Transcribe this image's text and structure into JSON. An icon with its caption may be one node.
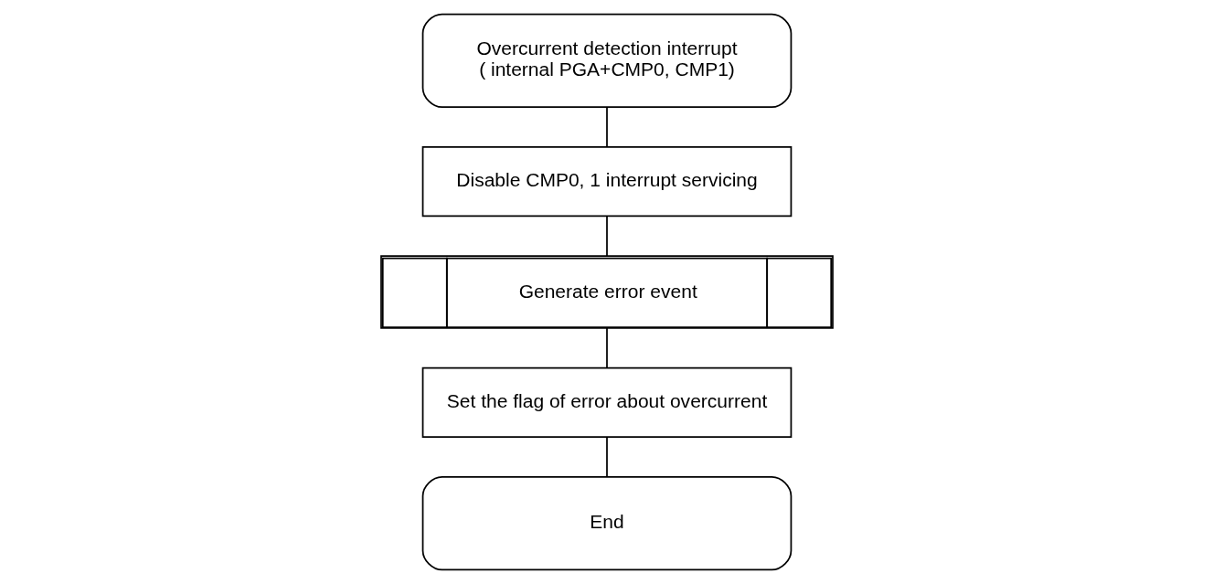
{
  "diagram": {
    "nodes": [
      {
        "text": [
          "Overcurrent detection interrupt ( internal PGA+CMP0, CMP1)"
        ]
      },
      {
        "text": [
          "Disable CMP0, 1 interrupt servicing"
        ]
      },
      {
        "text": [
          "Generate error event"
        ]
      },
      {
        "text": [
          "Set the flag of error about overcurrent"
        ]
      },
      {
        "text": [
          "End"
        ]
      }
    ],
    "edges": [
      {
        "from": 0,
        "to": 1,
        "arrow": "none"
      },
      {
        "from": 1,
        "to": 2,
        "arrow": "none"
      },
      {
        "from": 2,
        "to": 3,
        "arrow": "none"
      },
      {
        "from": 3,
        "to": 4,
        "arrow": "none"
      }
    ]
  }
}
